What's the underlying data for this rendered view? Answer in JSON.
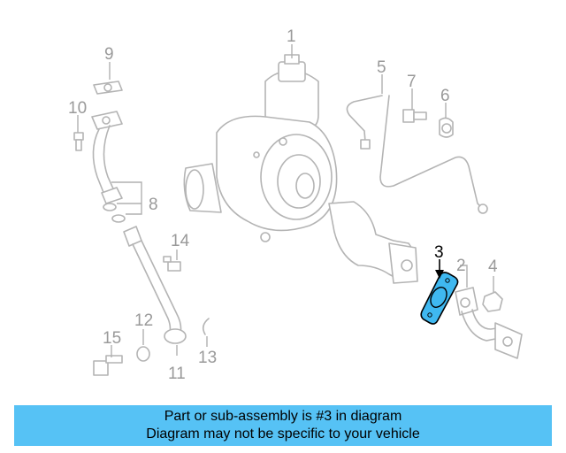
{
  "callouts": {
    "c1": "1",
    "c2": "2",
    "c3": "3",
    "c4": "4",
    "c5": "5",
    "c6": "6",
    "c7": "7",
    "c8": "8",
    "c9": "9",
    "c10": "10",
    "c11": "11",
    "c12": "12",
    "c13": "13",
    "c14": "14",
    "c15": "15"
  },
  "highlight_color": "#3fb8f0",
  "banner": {
    "line1": "Part or sub-assembly is #3 in diagram",
    "line2": "Diagram may not be specific to your vehicle",
    "background": "#56c2f5"
  }
}
